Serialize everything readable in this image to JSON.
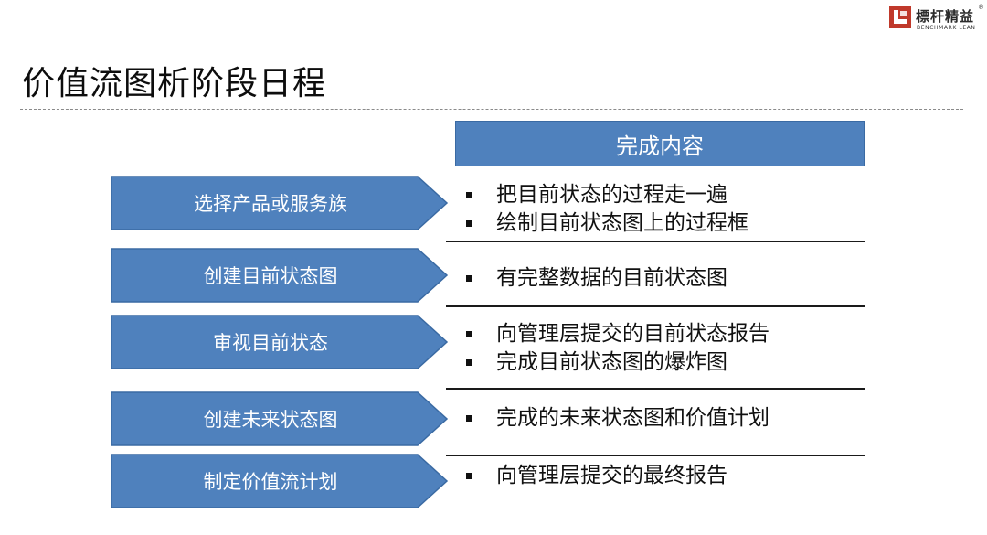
{
  "logo": {
    "name": "標杆精益",
    "sub": "BENCHMARK LEAN",
    "reg": "®",
    "colors": {
      "mark": "#c0392b",
      "mark_inner": "#ffffff"
    }
  },
  "title": "价值流图析阶段日程",
  "column_header": "完成内容",
  "colors": {
    "arrow_fill": "#4f81bd",
    "arrow_border": "#3a6aa3",
    "text": "#111111",
    "separator": "#1a1a1a"
  },
  "rows": [
    {
      "stage": "选择产品或服务族",
      "items": [
        "把目前状态的过程走一遍",
        "绘制目前状态图上的过程框"
      ]
    },
    {
      "stage": "创建目前状态图",
      "items": [
        "有完整数据的目前状态图"
      ]
    },
    {
      "stage": "审视目前状态",
      "items": [
        "向管理层提交的目前状态报告",
        "完成目前状态图的爆炸图"
      ]
    },
    {
      "stage": "创建未来状态图",
      "items": [
        "完成的未来状态图和价值计划"
      ]
    },
    {
      "stage": "制定价值流计划",
      "items": [
        "向管理层提交的最终报告"
      ]
    }
  ]
}
